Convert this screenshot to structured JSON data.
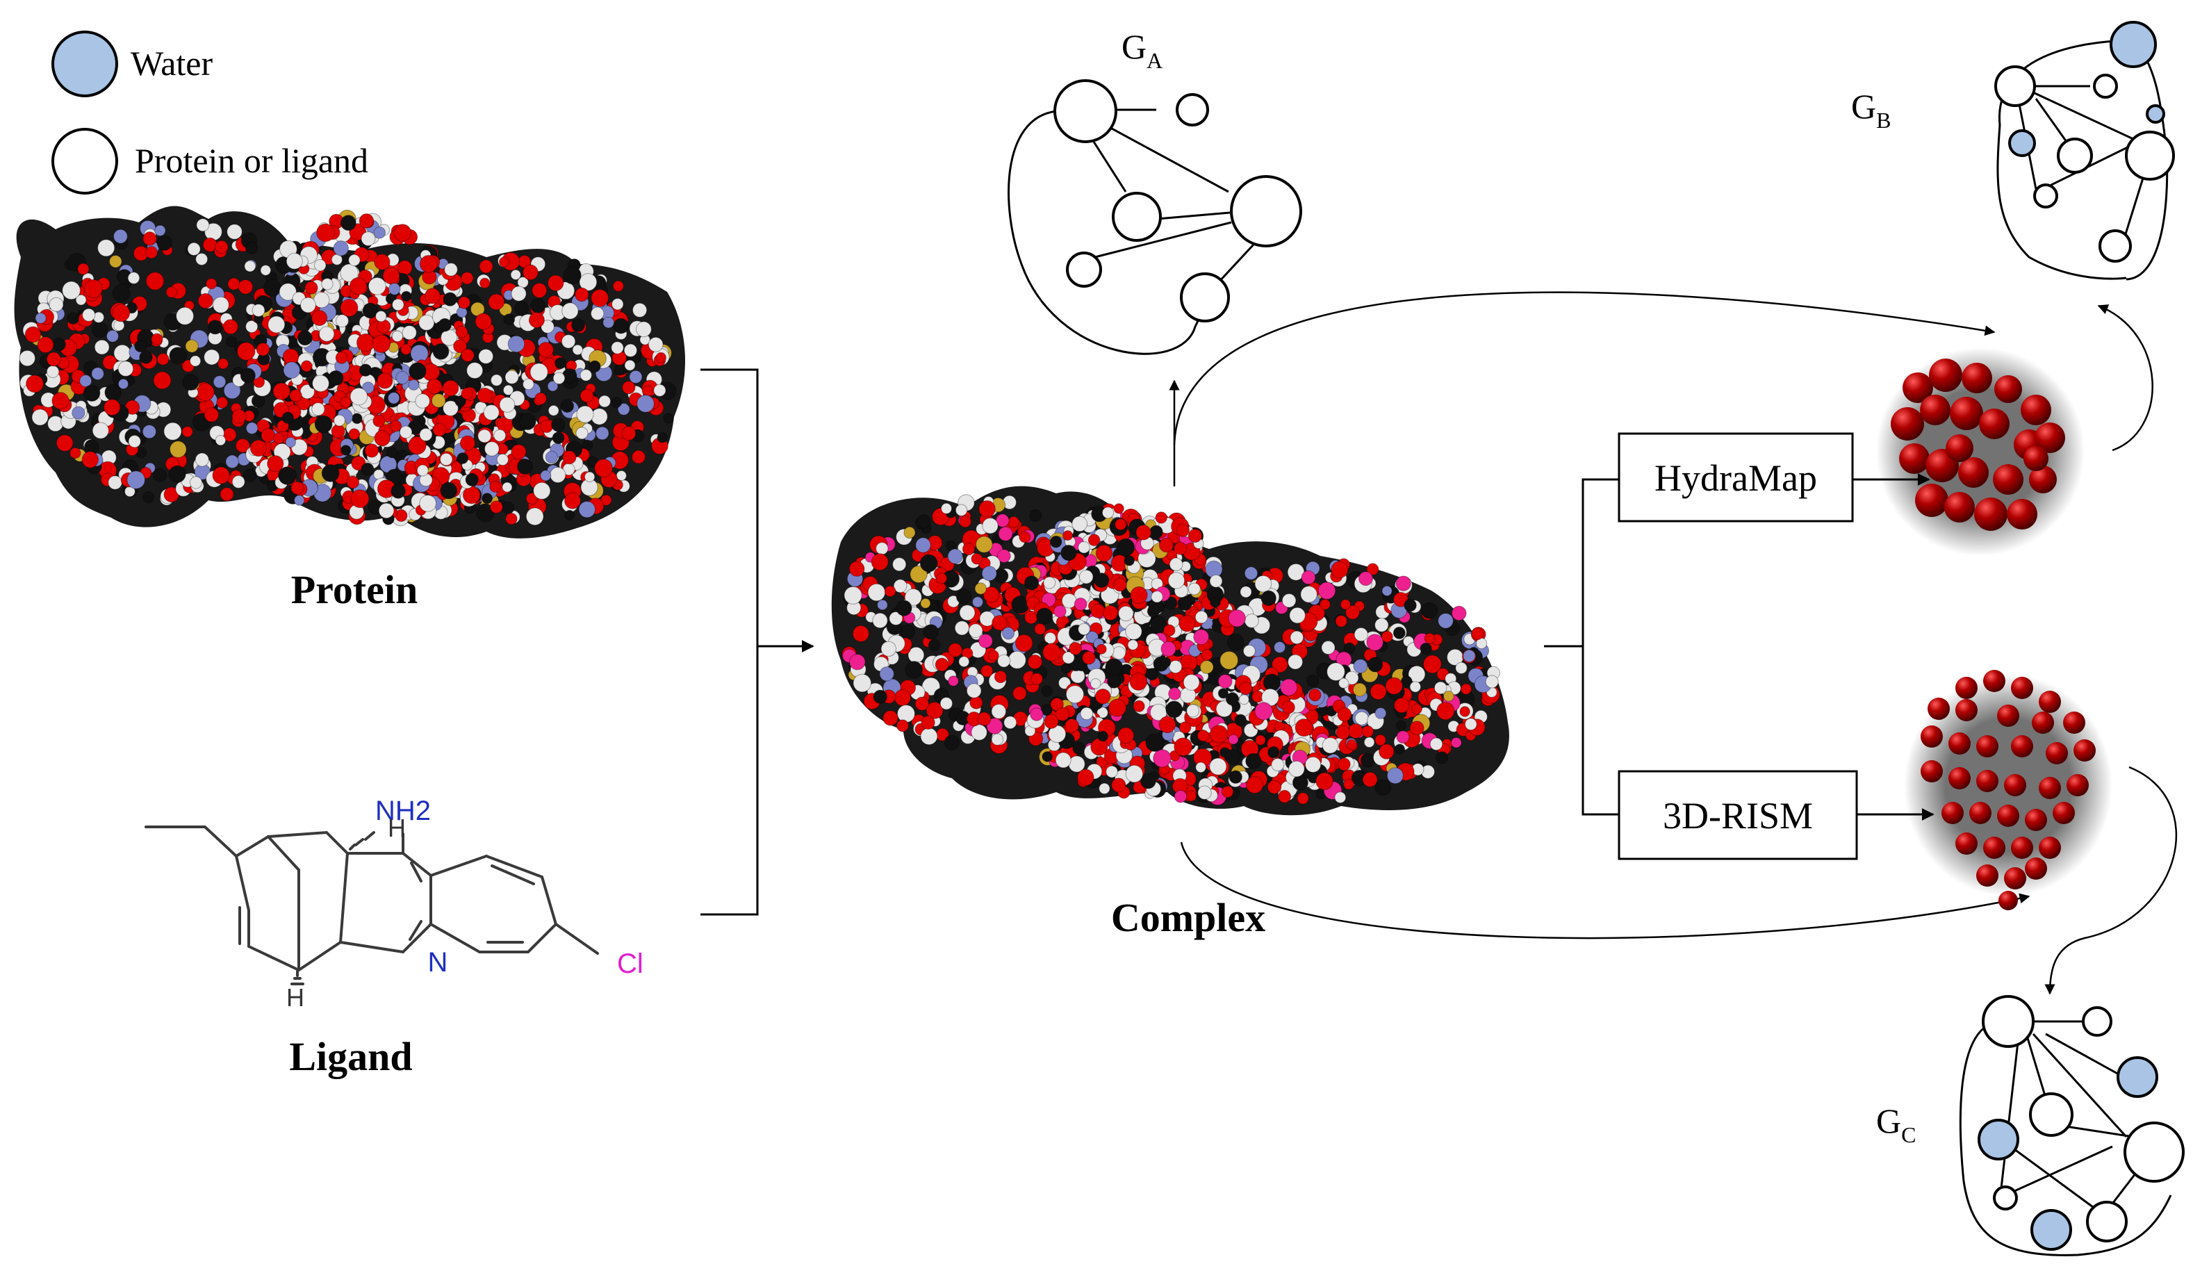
{
  "legend": {
    "water_label": "Water",
    "protein_or_ligand_label": "Protein or ligand"
  },
  "inputs": {
    "protein_label": "Protein",
    "ligand_label": "Ligand",
    "ligand_atoms": {
      "nh2": "NH2",
      "h_top": "H",
      "h_bottom": "H",
      "n": "N",
      "cl": "Cl"
    }
  },
  "complex_label": "Complex",
  "methods": {
    "hydramap": "HydraMap",
    "rism": "3D-RISM"
  },
  "graphs": {
    "ga": {
      "letter": "G",
      "sub": "A"
    },
    "gb": {
      "letter": "G",
      "sub": "B"
    },
    "gc": {
      "letter": "G",
      "sub": "C"
    }
  },
  "colors": {
    "water_node": "#a9c4e5",
    "oxygen_red": "#e00000",
    "carbon_black": "#111111",
    "hydrogen_white": "#e6e6e6",
    "nitrogen_blue": "#7b84c9",
    "sulfur_yellow": "#c9a227",
    "ligand_pink": "#ee1f8f",
    "water_sphere": "#a30000",
    "nitrogen_label": "#1f2fbf",
    "chlorine_label": "#e01fd0"
  }
}
